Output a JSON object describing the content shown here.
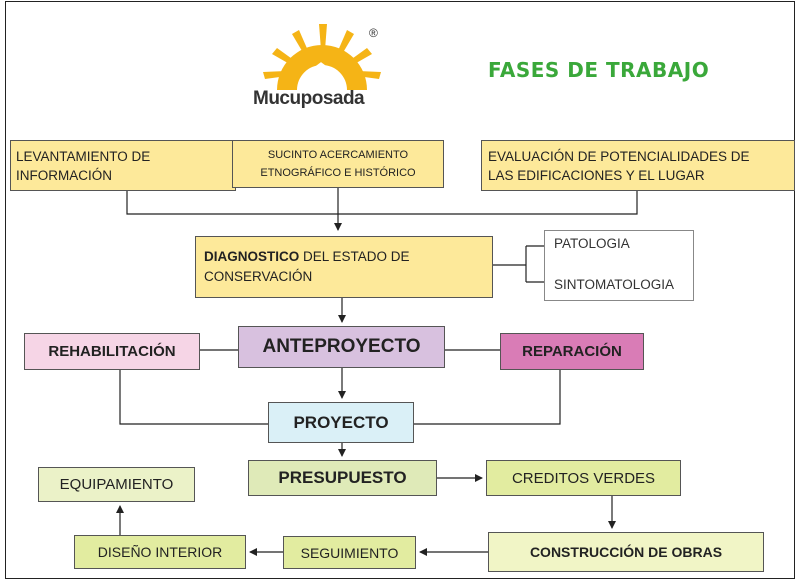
{
  "brand": {
    "name": "Mucuposada",
    "registered": "®"
  },
  "title": "FASES DE TRABAJO",
  "colors": {
    "title": "#3aa83a",
    "logo": "#f5b416"
  },
  "boxes": {
    "levantamiento": {
      "line1": "LEVANTAMIENTO DE",
      "line2": "INFORMACIÓN"
    },
    "sucinto": {
      "line1": "SUCINTO ACERCAMIENTO",
      "line2": "ETNOGRÁFICO E HISTÓRICO"
    },
    "evaluacion": {
      "line1": "EVALUACIÓN  DE POTENCIALIDADES DE",
      "line2": "LAS EDIFICACIONES Y EL LUGAR"
    },
    "diagnostico": {
      "bold": "DIAGNOSTICO",
      "line1_rest": " DEL ESTADO DE",
      "line2": "CONSERVACIÓN"
    },
    "patologia": "PATOLOGIA",
    "sintomatologia": "SINTOMATOLOGIA",
    "anteproyecto": "ANTEPROYECTO",
    "rehabilitacion": "REHABILITACIÓN",
    "reparacion": "REPARACIÓN",
    "proyecto": "PROYECTO",
    "presupuesto": "PRESUPUESTO",
    "creditos": "CREDITOS VERDES",
    "construccion": "CONSTRUCCIÓN DE OBRAS",
    "seguimiento": "SEGUIMIENTO",
    "diseno": "DISEÑO INTERIOR",
    "equipamiento": "EQUIPAMIENTO"
  }
}
